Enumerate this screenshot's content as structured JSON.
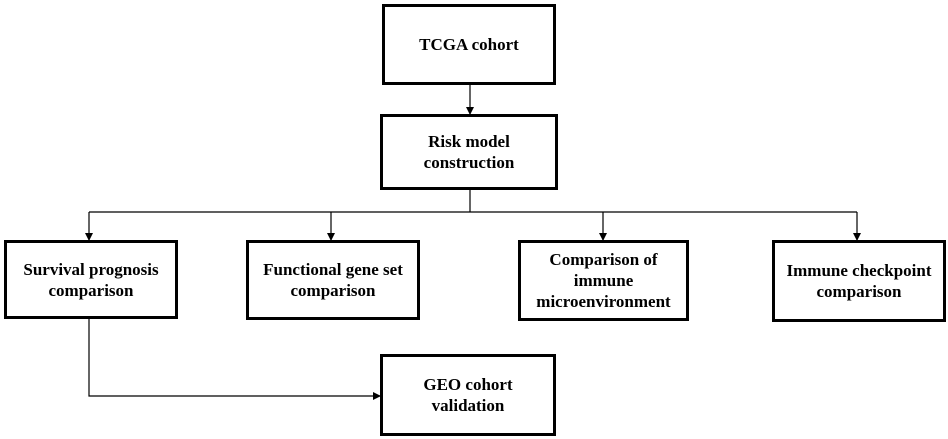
{
  "diagram": {
    "nodes": {
      "tcga": {
        "lines": [
          "TCGA cohort"
        ]
      },
      "risk": {
        "lines": [
          "Risk model",
          "construction"
        ]
      },
      "survival": {
        "lines": [
          "Survival prognosis",
          "comparison"
        ]
      },
      "functional": {
        "lines": [
          "Functional gene set",
          "comparison"
        ]
      },
      "immune_env": {
        "lines": [
          "Comparison of",
          "immune",
          "microenvironment"
        ]
      },
      "checkpoint": {
        "lines": [
          "Immune checkpoint",
          "comparison"
        ]
      },
      "geo": {
        "lines": [
          "GEO cohort",
          "validation"
        ]
      }
    },
    "edges": [
      {
        "from": "tcga",
        "to": "risk"
      },
      {
        "from": "risk",
        "to": "survival"
      },
      {
        "from": "risk",
        "to": "functional"
      },
      {
        "from": "risk",
        "to": "immune_env"
      },
      {
        "from": "risk",
        "to": "checkpoint"
      },
      {
        "from": "survival",
        "to": "geo"
      }
    ],
    "colors": {
      "stroke": "#000000",
      "fill": "#ffffff",
      "text": "#000000"
    }
  }
}
